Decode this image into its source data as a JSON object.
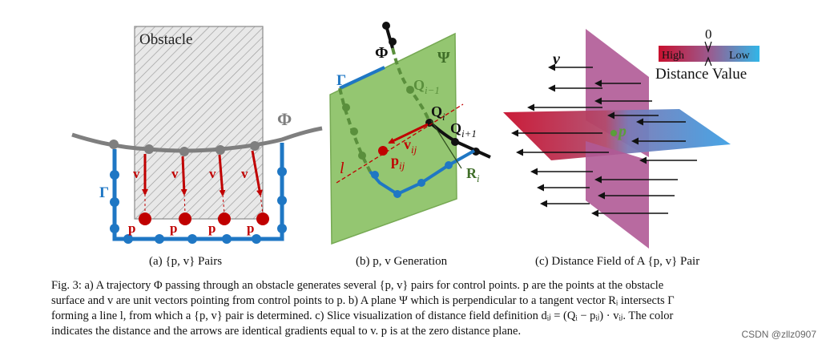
{
  "panel_a": {
    "obstacle_label": "Obstacle",
    "phi_label": "Φ",
    "gamma_label": "Γ",
    "v_label": "v",
    "p_label": "p",
    "colors": {
      "trajectory": "#7f7f7f",
      "polyline": "#1f77c4",
      "vector": "#c00000",
      "obstacle_fill": "#d9d9d9"
    }
  },
  "panel_b": {
    "phi_label": "Φ",
    "psi_label": "Ψ",
    "gamma_label": "Γ",
    "q_prev_label": "Q",
    "q_prev_sub": "i−1",
    "q_i_label": "Q",
    "q_i_sub": "i",
    "q_next_label": "Q",
    "q_next_sub": "i+1",
    "v_label": "v",
    "v_sub": "ij",
    "p_label": "p",
    "p_sub": "ij",
    "l_label": "l",
    "r_label": "R",
    "r_sub": "i",
    "colors": {
      "plane": "#8fc46a",
      "plane_edge": "#5a8f3c",
      "polyline": "#1f77c4",
      "green_path": "#5a8f3c",
      "red": "#c00000"
    }
  },
  "panel_c": {
    "v_label": "v",
    "p_label": "p",
    "colorbar": {
      "zero": "0",
      "high": "High",
      "low": "Low",
      "title": "Distance Value"
    },
    "colors": {
      "high": "#c8102e",
      "low": "#3ea0e4",
      "plane": "#b05a96"
    }
  },
  "subcaptions": {
    "a": "(a) {p, v} Pairs",
    "b": "(b) p, v Generation",
    "c": "(c) Distance Field of A {p, v} Pair"
  },
  "caption": {
    "line1": "Fig. 3: a) A trajectory Φ passing through an obstacle generates several {p, v} pairs for control points. p are the points at the obstacle",
    "line2": "surface and v are unit vectors pointing from control points to p. b) A plane Ψ which is perpendicular to a tangent vector Rᵢ intersects Γ",
    "line3": "forming a line l, from which a {p, v} pair is determined. c) Slice visualization of distance field definition dᵢⱼ = (Qᵢ − pᵢⱼ) · vᵢⱼ. The color",
    "line4": "indicates the distance and the arrows are identical gradients equal to v. p is at the zero distance plane."
  },
  "watermark": "CSDN @zllz0907"
}
